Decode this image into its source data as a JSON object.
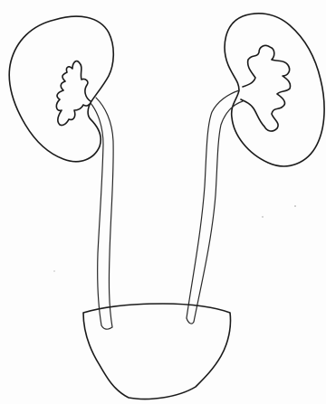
{
  "diagram": {
    "colors": {
      "ink": "#1a1a1a",
      "paper": "#fdfdfd"
    },
    "parts": [
      "left-kidney",
      "right-kidney",
      "left-ureter",
      "right-ureter",
      "bladder"
    ]
  }
}
